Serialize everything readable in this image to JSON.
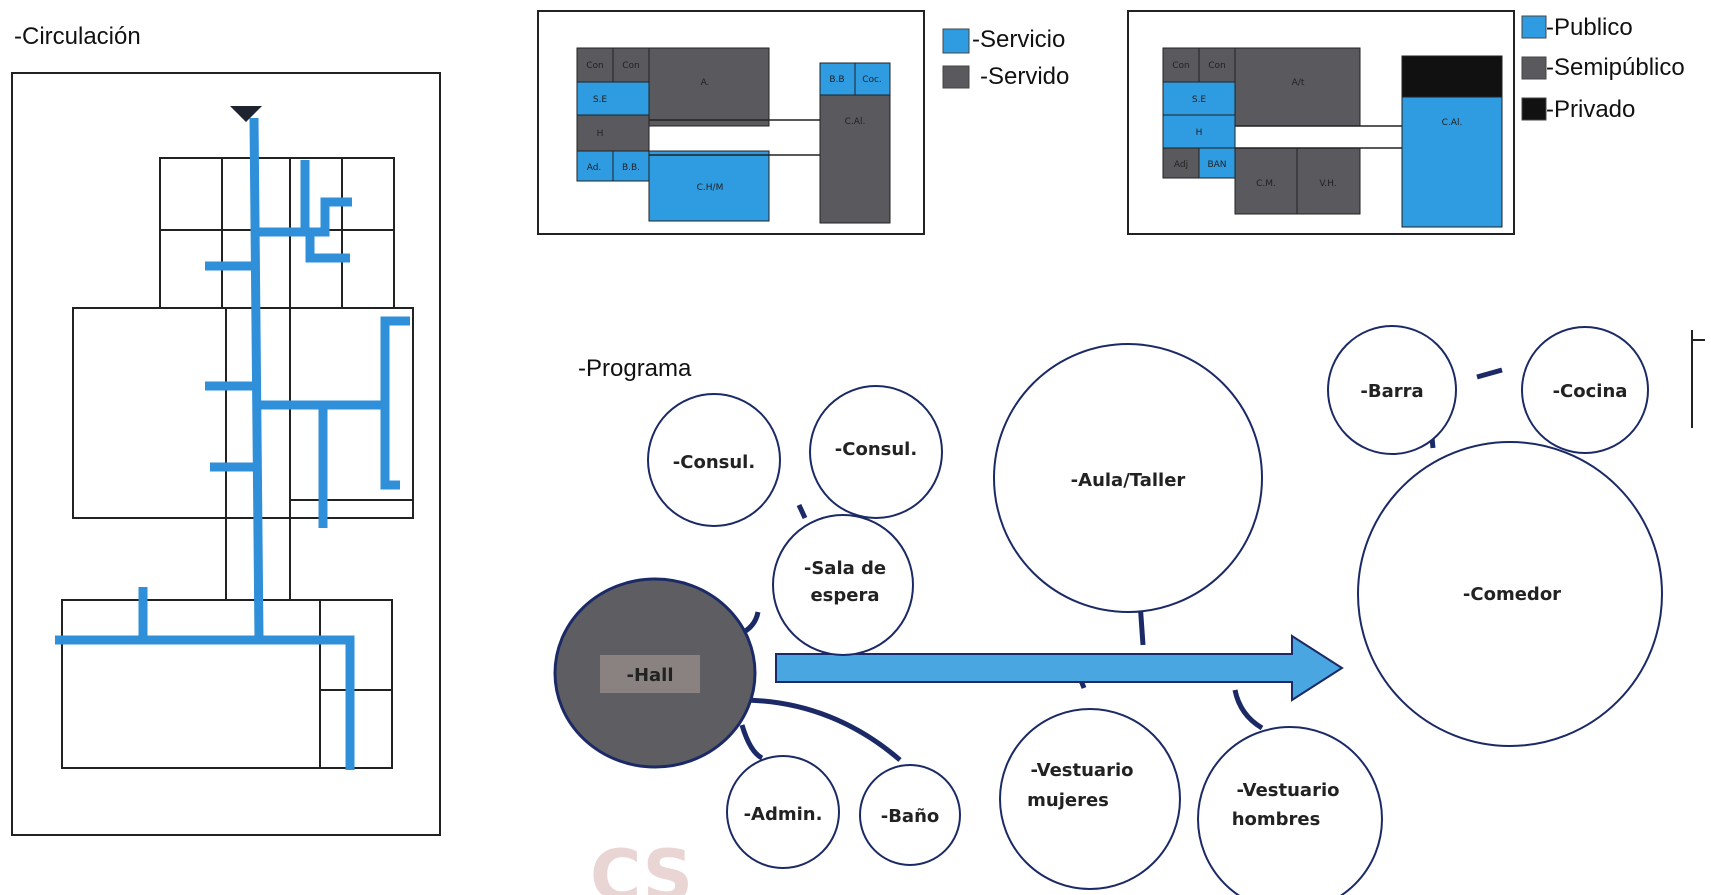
{
  "circulation": {
    "title": "-Circulación"
  },
  "plan_service": {
    "room_labels": [
      "Con",
      "Con",
      "A.",
      "S.E",
      "H",
      "Ad.",
      "B.B.",
      "C.H/M",
      "B.B",
      "Coc.",
      "C.Al."
    ],
    "legend": [
      {
        "label": "-Servicio",
        "color": "#2f9be0"
      },
      {
        "label": "-Servido",
        "color": "#5a5a5e"
      }
    ]
  },
  "plan_privacy": {
    "room_labels": [
      "Con",
      "Con",
      "A/t",
      "S.E",
      "H",
      "Adj",
      "BAN",
      "C.Al.",
      "C.M.",
      "V.H."
    ],
    "legend": [
      {
        "label": "-Publico",
        "color": "#2f9be0"
      },
      {
        "label": "-Semipúblico",
        "color": "#5a5a5e"
      },
      {
        "label": "-Privado",
        "color": "#111111"
      }
    ]
  },
  "program": {
    "title": "-Programa",
    "nodes": {
      "consul1": "-Consul.",
      "consul2": "-Consul.",
      "aula": "-Aula/Taller",
      "sala_line1": "-Sala de",
      "sala_line2": "espera",
      "hall": "-Hall",
      "admin": "-Admin.",
      "bano": "-Baño",
      "vest_m_line1": "-Vestuario",
      "vest_m_line2": "mujeres",
      "vest_h_line1": "-Vestuario",
      "vest_h_line2": "hombres",
      "barra": "-Barra",
      "cocina": "-Cocina",
      "comedor": "-Comedor"
    }
  },
  "watermark": "CS"
}
